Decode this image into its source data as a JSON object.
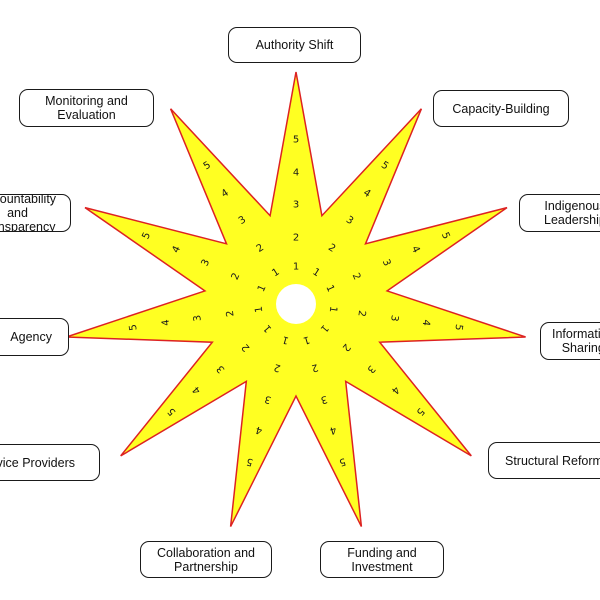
{
  "diagram": {
    "colors": {
      "star_fill": "#ffff22",
      "star_stroke": "#dd2222",
      "center_hole": "#ffffff",
      "box_border": "#1a1a1a",
      "text": "#111111"
    },
    "scale_levels": [
      "1",
      "2",
      "3",
      "4",
      "5"
    ],
    "spokes": [
      {
        "label": "Authority Shift"
      },
      {
        "label": "Capacity-Building"
      },
      {
        "label": "Indigenous\nLeadership"
      },
      {
        "label": "Information\nSharing"
      },
      {
        "label": "Structural Reform"
      },
      {
        "label": "Funding and\nInvestment"
      },
      {
        "label": "Collaboration and\nPartnership"
      },
      {
        "label": "Service Providers"
      },
      {
        "label": "Agency"
      },
      {
        "label": "Accountability and\nTransparency"
      },
      {
        "label": "Monitoring and\nEvaluation"
      }
    ]
  }
}
